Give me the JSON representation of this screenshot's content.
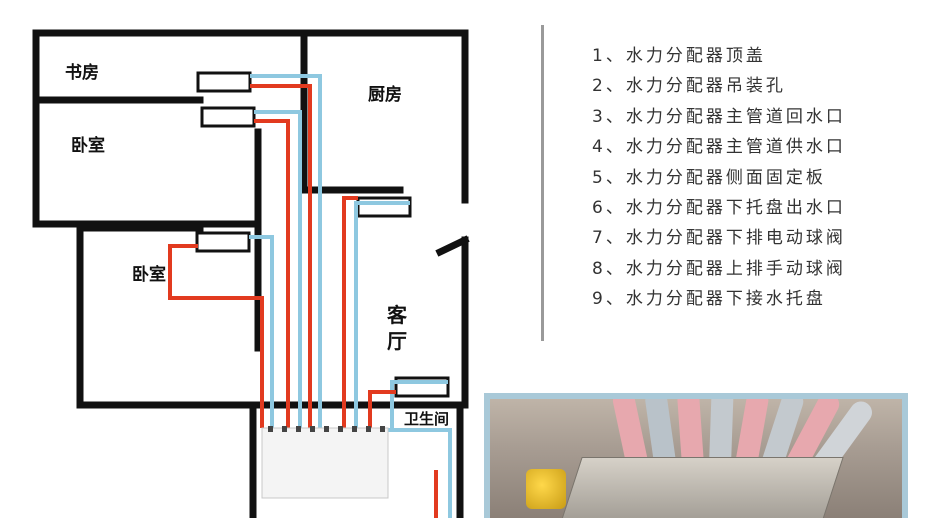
{
  "rooms": {
    "study": "书房",
    "kitchen": "厨房",
    "bedroom_top": "卧室",
    "bedroom_bottom": "卧室",
    "living_room": "客厅",
    "bathroom": "卫生间"
  },
  "legend": [
    "1、水力分配器顶盖",
    "2、水力分配器吊装孔",
    "3、水力分配器主管道回水口",
    "4、水力分配器主管道供水口",
    "5、水力分配器侧面固定板",
    "6、水力分配器下托盘出水口",
    "7、水力分配器下排电动球阀",
    "8、水力分配器上排手动球阀",
    "9、水力分配器下接水托盘"
  ],
  "colors": {
    "wall": "#111111",
    "supply_pipe": "#e23a1f",
    "return_pipe": "#8ec8e0",
    "divider": "#9a9a9a",
    "photo_frame": "#a9c9d8"
  }
}
